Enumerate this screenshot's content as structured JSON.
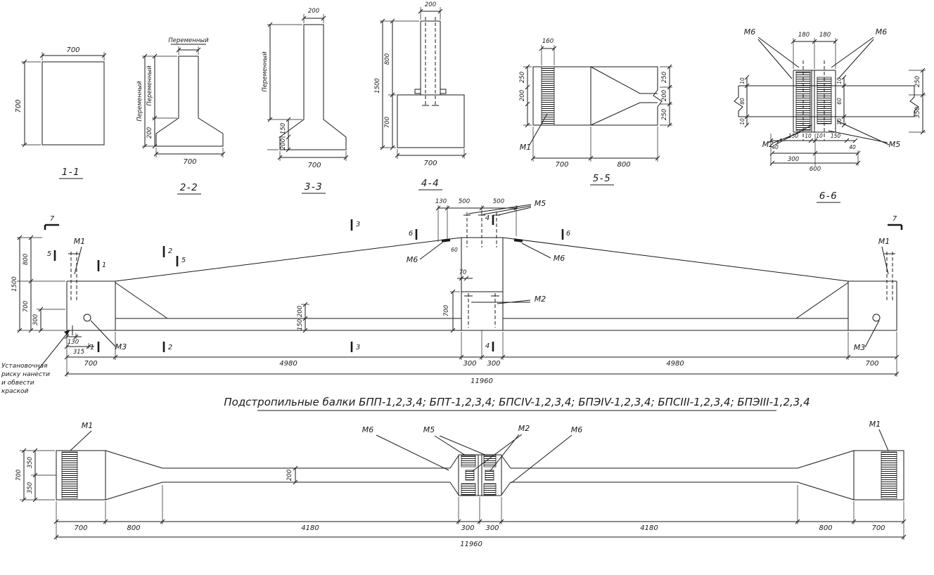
{
  "title": "Подстропильные балки БПП-1,2,3,4; БПТ-1,2,3,4; БПСIV-1,2,3,4; БПЭIV-1,2,3,4; БПСIII-1,2,3,4; БПЭIII-1,2,3,4",
  "sections": {
    "s11": "1-1",
    "s22": "2-2",
    "s33": "3-3",
    "s44": "4-4",
    "s55": "5-5",
    "s66": "6-6"
  },
  "markers": {
    "m1": "М1",
    "m2": "М2",
    "m3": "М3",
    "m5": "М5",
    "m6": "М6"
  },
  "cuts": {
    "c1": "1",
    "c2": "2",
    "c3": "3",
    "c4": "4",
    "c5": "5",
    "c6": "6",
    "c7": "7"
  },
  "dims": {
    "d10": "10",
    "d40": "40",
    "d60": "60",
    "d70": "70",
    "d80": "80",
    "d130": "130",
    "d150": "150",
    "d160": "160",
    "d180": "180",
    "d200": "200",
    "d250": "250",
    "d300": "300",
    "d315": "315",
    "d350": "350",
    "d500": "500",
    "d600": "600",
    "d700": "700",
    "d800": "800",
    "d1500": "1500",
    "d4180": "4180",
    "d4980": "4980",
    "d11960": "11960"
  },
  "labels": {
    "variable": "Переменный"
  },
  "note": {
    "l1": "Установочная",
    "l2": "риску нанести",
    "l3": "и обвести",
    "l4": "краской"
  }
}
